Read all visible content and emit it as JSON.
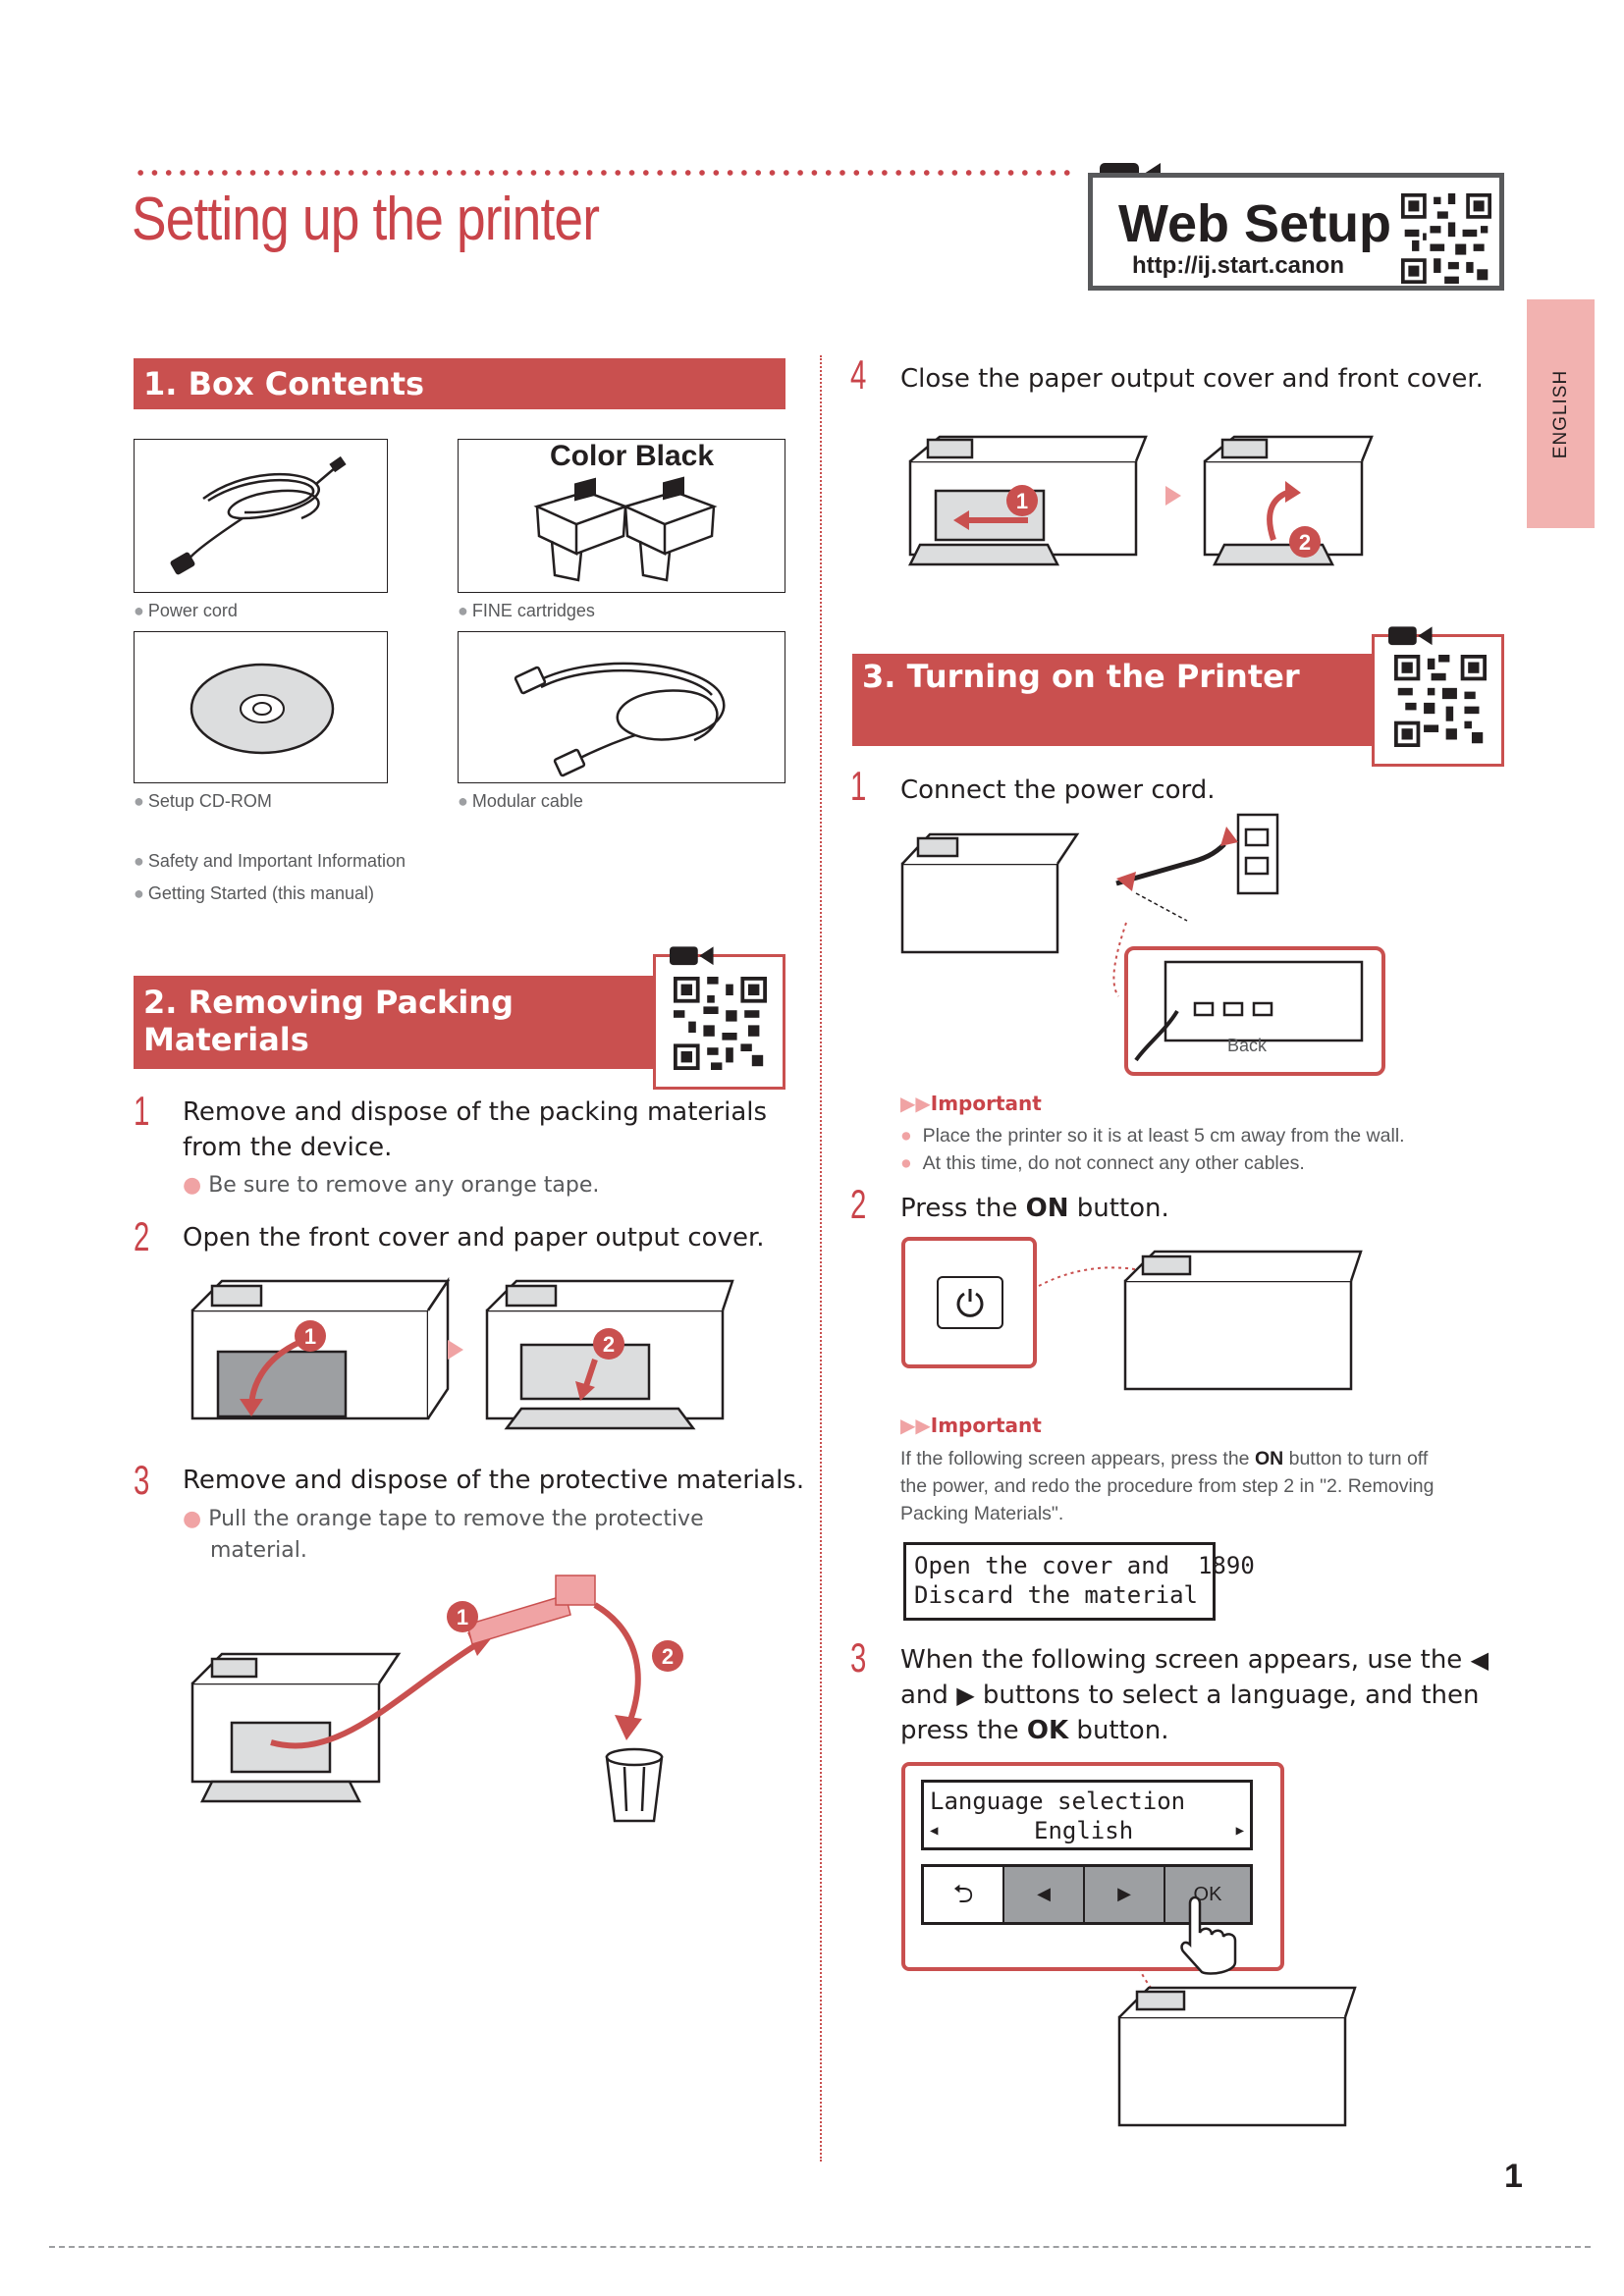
{
  "header": {
    "title": "Setting up the printer",
    "web_setup_title": "Web Setup",
    "web_setup_url": "http://ij.start.canon",
    "language_tab": "ENGLISH"
  },
  "section1": {
    "title": "1. Box Contents",
    "cartridge_labels": {
      "color": "Color",
      "black": "Black"
    },
    "items": [
      "Power cord",
      "FINE cartridges",
      "Setup CD-ROM",
      "Modular cable"
    ],
    "extra_items": [
      "Safety and Important Information",
      "Getting Started (this manual)"
    ]
  },
  "section2": {
    "title": "2. Removing Packing Materials",
    "steps": [
      {
        "num": "1",
        "text_line1": "Remove and dispose of the packing materials",
        "text_line2": "from the device.",
        "bullet": "Be sure to remove any orange tape."
      },
      {
        "num": "2",
        "text": "Open the front cover and paper output cover."
      },
      {
        "num": "3",
        "text": "Remove and dispose of the protective materials.",
        "bullet_line1": "Pull the orange tape to remove the protective",
        "bullet_line2": "material."
      }
    ]
  },
  "right_col": {
    "step4": {
      "num": "4",
      "text": "Close the paper output cover and front cover."
    }
  },
  "section3": {
    "title": "3. Turning on the Printer",
    "step1": {
      "num": "1",
      "text": "Connect the power cord.",
      "back_label": "Back"
    },
    "important1": {
      "head": "Important",
      "lines": [
        "Place the printer so it is at least 5 cm away from the wall.",
        "At this time, do not connect any other cables."
      ]
    },
    "step2": {
      "num": "2",
      "text_before": "Press the ",
      "text_bold": "ON",
      "text_after": " button."
    },
    "important2": {
      "head": "Important",
      "line1_before": "If the following screen appears, press the ",
      "line1_bold": "ON",
      "line1_after": " button to turn off",
      "line2": "the power, and redo the procedure from step 2 in \"2. Removing",
      "line3": "Packing Materials\"."
    },
    "lcd_error": {
      "line1": "Open the cover and  1890",
      "line2": "Discard the material"
    },
    "step3": {
      "num": "3",
      "line1": "When the following screen appears, use the",
      "line2_before": "and",
      "line2_after": "buttons to select a language, and then",
      "line3_before": "press the ",
      "line3_bold": "OK",
      "line3_after": " button."
    },
    "lcd_lang": {
      "line1": "Language selection",
      "line2": "English",
      "ok": "OK"
    }
  },
  "footer": {
    "page_number": "1"
  },
  "colors": {
    "accent": "#c9504f",
    "title": "#c9444a",
    "tab": "#f2b2b0",
    "text": "#231f20",
    "gray": "#58595b"
  },
  "icons": [
    "video-camera-icon",
    "qr-code-icon",
    "power-icon",
    "back-arrow-icon",
    "left-arrow-icon",
    "right-arrow-icon",
    "ok-button-icon",
    "hand-pointer-icon",
    "trash-can-icon"
  ]
}
